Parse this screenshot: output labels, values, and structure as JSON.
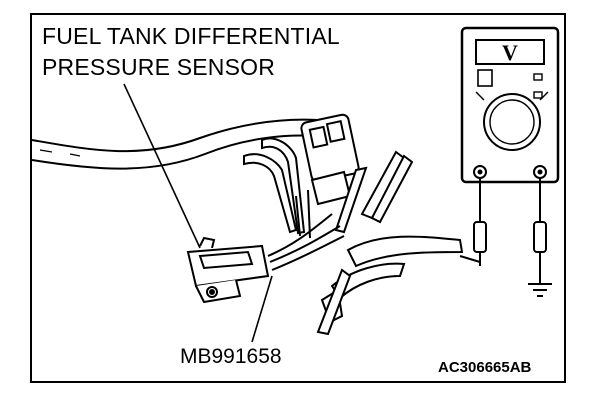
{
  "figure": {
    "sensor_label_line1": "FUEL TANK DIFFERENTIAL",
    "sensor_label_line2": "PRESSURE SENSOR",
    "tool_label": "MB991658",
    "figure_code": "AC306665AB",
    "meter_display": "V"
  }
}
